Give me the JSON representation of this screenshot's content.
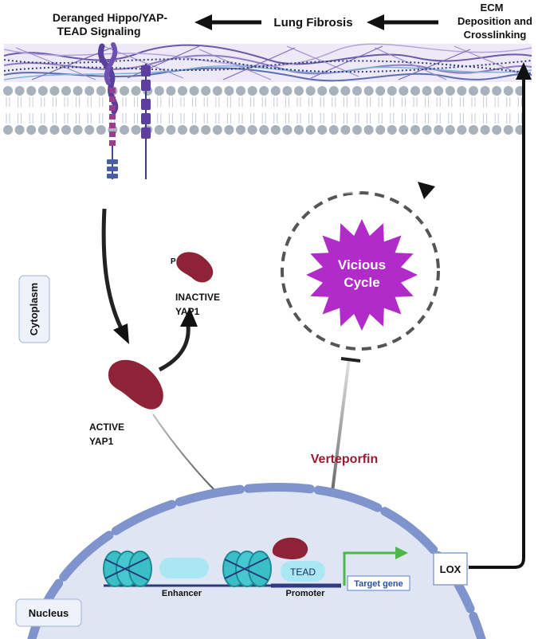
{
  "header": {
    "left_line1": "Deranged Hippo/YAP-",
    "left_line2": "TEAD Signaling",
    "middle": "Lung Fibrosis",
    "right_line1": "ECM",
    "right_line2": "Deposition and",
    "right_line3": "Crosslinking"
  },
  "cytoplasm_label": "Cytoplasm",
  "nucleus_label": "Nucleus",
  "phospho_label": "P",
  "inactive_line1": "INACTIVE",
  "inactive_line2": "YAP1",
  "active_line1": "ACTIVE",
  "active_line2": "YAP1",
  "cycle_line1": "Vicious",
  "cycle_line2": "Cycle",
  "drug_label": "Verteporfin",
  "dna": {
    "enhancer": "Enhancer",
    "promoter": "Promoter",
    "tead": "TEAD",
    "target_gene": "Target gene"
  },
  "lox_label": "LOX",
  "colors": {
    "drug": "#9b1b30",
    "yap": "#8e2236",
    "starburst": "#b12bc9",
    "membrane_head": "#a7b2bd",
    "nucleus_fill": "#dfe5f2",
    "envelope": "#7f94cd",
    "histone": "#3bbfc7",
    "tead": "#a9e7f3",
    "transcription_arrow": "#4cb848"
  }
}
